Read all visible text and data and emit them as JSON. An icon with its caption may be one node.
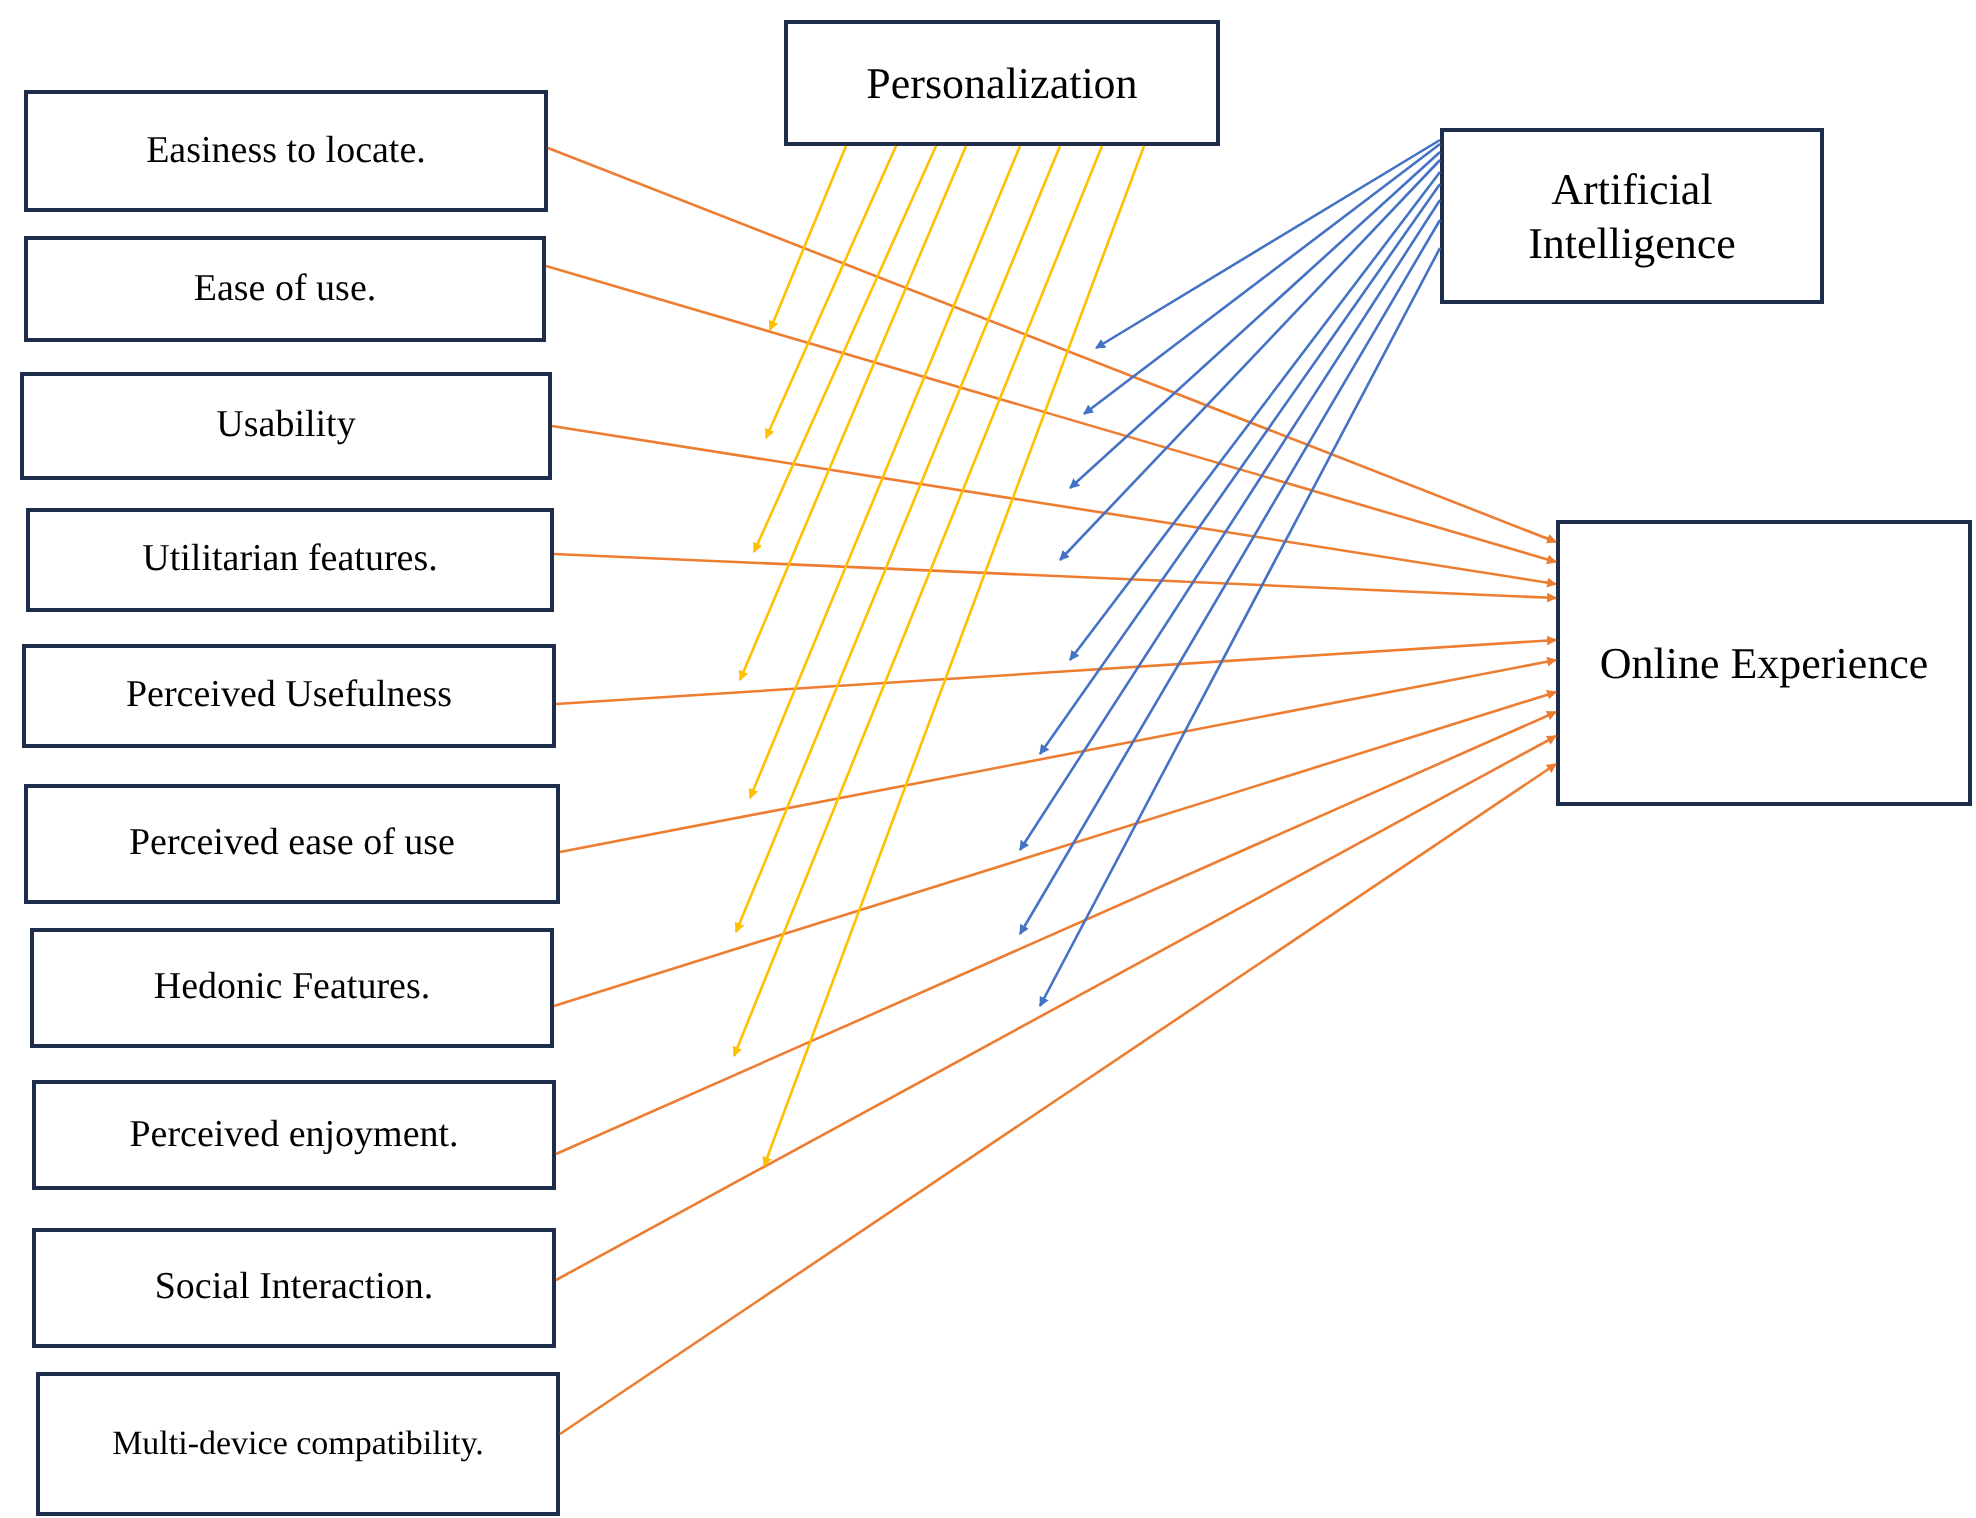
{
  "diagram": {
    "nodes": [
      {
        "text": [
          "Personalization"
        ]
      },
      {
        "text": [
          "Artificial Intelligence"
        ]
      },
      {
        "text": [
          "Online Experience"
        ]
      },
      {
        "text": [
          "Easiness to locate."
        ]
      },
      {
        "text": [
          "Ease of use."
        ]
      },
      {
        "text": [
          "Usability"
        ]
      },
      {
        "text": [
          "Utilitarian features."
        ]
      },
      {
        "text": [
          "Perceived Usefulness"
        ]
      },
      {
        "text": [
          "Perceived ease of use"
        ]
      },
      {
        "text": [
          "Hedonic Features."
        ]
      },
      {
        "text": [
          "Perceived enjoyment."
        ]
      },
      {
        "text": [
          "Social Interaction."
        ]
      },
      {
        "text": [
          "Multi-device compatibility."
        ]
      }
    ],
    "edges": [
      {
        "from": 3,
        "to": 2,
        "arrow": "to"
      },
      {
        "from": 4,
        "to": 2,
        "arrow": "to"
      },
      {
        "from": 5,
        "to": 2,
        "arrow": "to"
      },
      {
        "from": 6,
        "to": 2,
        "arrow": "to"
      },
      {
        "from": 7,
        "to": 2,
        "arrow": "to"
      },
      {
        "from": 8,
        "to": 2,
        "arrow": "to"
      },
      {
        "from": 9,
        "to": 2,
        "arrow": "to"
      },
      {
        "from": 10,
        "to": 2,
        "arrow": "to"
      },
      {
        "from": 11,
        "to": 2,
        "arrow": "to"
      },
      {
        "from": 12,
        "to": 2,
        "arrow": "to"
      },
      {
        "from": 0,
        "to": null,
        "arrow": "to",
        "color": "#ffc000"
      },
      {
        "from": 0,
        "to": null,
        "arrow": "to",
        "color": "#ffc000"
      },
      {
        "from": 0,
        "to": null,
        "arrow": "to",
        "color": "#ffc000"
      },
      {
        "from": 0,
        "to": null,
        "arrow": "to",
        "color": "#ffc000"
      },
      {
        "from": 0,
        "to": null,
        "arrow": "to",
        "color": "#ffc000"
      },
      {
        "from": 0,
        "to": null,
        "arrow": "to",
        "color": "#ffc000"
      },
      {
        "from": 0,
        "to": null,
        "arrow": "to",
        "color": "#ffc000"
      },
      {
        "from": 0,
        "to": null,
        "arrow": "to",
        "color": "#ffc000"
      },
      {
        "from": 1,
        "to": null,
        "arrow": "to",
        "color": "#4472c4"
      },
      {
        "from": 1,
        "to": null,
        "arrow": "to",
        "color": "#4472c4"
      },
      {
        "from": 1,
        "to": null,
        "arrow": "to",
        "color": "#4472c4"
      },
      {
        "from": 1,
        "to": null,
        "arrow": "to",
        "color": "#4472c4"
      },
      {
        "from": 1,
        "to": null,
        "arrow": "to",
        "color": "#4472c4"
      },
      {
        "from": 1,
        "to": null,
        "arrow": "to",
        "color": "#4472c4"
      },
      {
        "from": 1,
        "to": null,
        "arrow": "to",
        "color": "#4472c4"
      },
      {
        "from": 1,
        "to": null,
        "arrow": "to",
        "color": "#4472c4"
      },
      {
        "from": 1,
        "to": null,
        "arrow": "to",
        "color": "#4472c4"
      }
    ]
  }
}
